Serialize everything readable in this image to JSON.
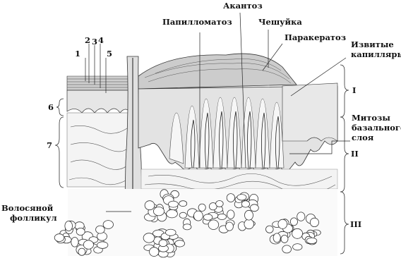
{
  "labels": {
    "acanthosis": "Акантоз",
    "papillomatosis": "Папилломатоз",
    "scale": "Чешуйка",
    "parakeratosis": "Паракератоз",
    "tortuous_capillaries": [
      "Извитые",
      "капилляры"
    ],
    "basal_mitoses": [
      "Митозы",
      "базального",
      "слоя"
    ],
    "hair_follicle": [
      "Волосяной",
      "фолликул"
    ],
    "num_1": "1",
    "num_2": "2",
    "num_3": "3",
    "num_4": "4",
    "num_5": "5",
    "num_6": "6",
    "num_7": "7",
    "roman_I": "I",
    "roman_II": "II",
    "roman_III": "III"
  },
  "colors": {
    "ink": "#222222",
    "fill_light": "#f2f2f2",
    "fill_mid": "#d9d9d9",
    "fill_dark": "#9a9a9a"
  }
}
